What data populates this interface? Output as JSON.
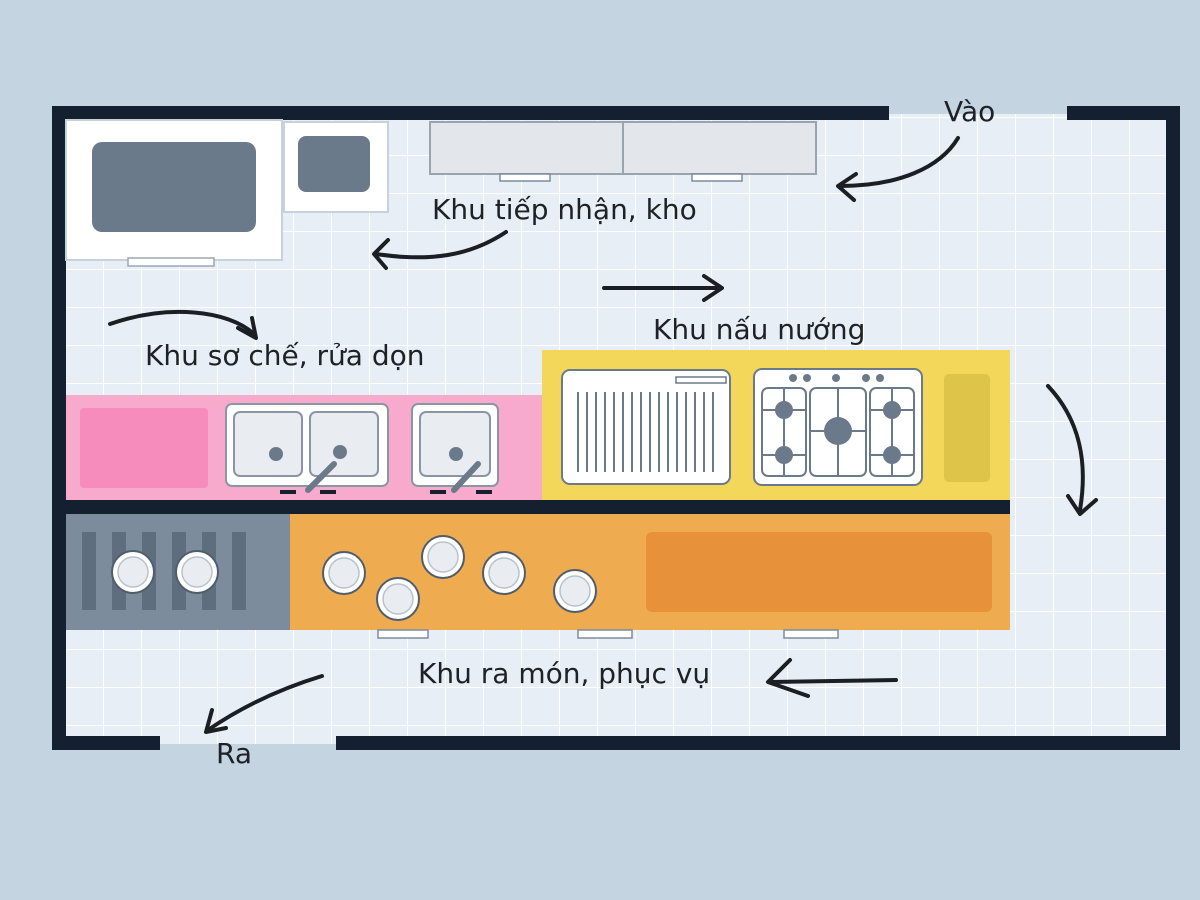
{
  "zones": {
    "entrance": "Vào",
    "receiving": "Khu tiếp nhận, kho",
    "cooking": "Khu nấu nướng",
    "prep": "Khu sơ chế, rửa dọn",
    "serving": "Khu ra món, phục vụ",
    "exit": "Ra"
  },
  "colors": {
    "floor": "#e7eef5",
    "wall": "#14202f",
    "prep_counter": "#f7aacb",
    "cooking_counter": "#f2d75a",
    "serving_counter": "#efab4f",
    "dish_rack": "#7d8c9d"
  }
}
